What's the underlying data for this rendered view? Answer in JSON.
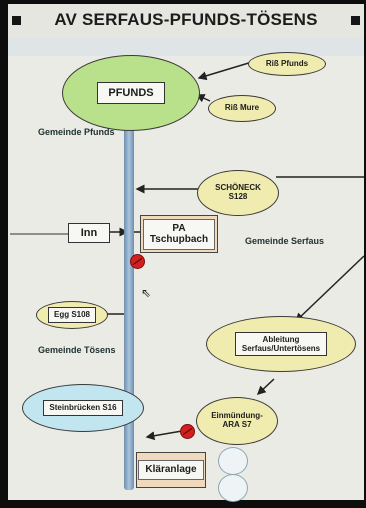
{
  "title": "AV SERFAUS-PFUNDS-TÖSENS",
  "nodes": {
    "pfunds": "PFUNDS",
    "riss_pfunds": "Riß Pfunds",
    "riss_mure": "Riß Mure",
    "schoneck": "SCHÖNECK\nS128",
    "inn": "Inn",
    "pa_tschupbach": "PA\nTschupbach",
    "egg": "Egg S108",
    "ableitung": "Ableitung\nSerfaus/Untertösens",
    "steinbrucken": "Steinbrücken S16",
    "einmundung": "Einmündung-\nARA S7",
    "klaranlage": "Kläranlage"
  },
  "regions": {
    "pfunds": "Gemeinde Pfunds",
    "serfaus": "Gemeinde Serfaus",
    "tosens": "Gemeinde Tösens"
  },
  "colors": {
    "green_oval": "#b9e08a",
    "yellow_oval": "#f0ebae",
    "blue_oval": "#c2e6ef",
    "pipe": "#8aa9c8",
    "marker": "#d02020"
  }
}
